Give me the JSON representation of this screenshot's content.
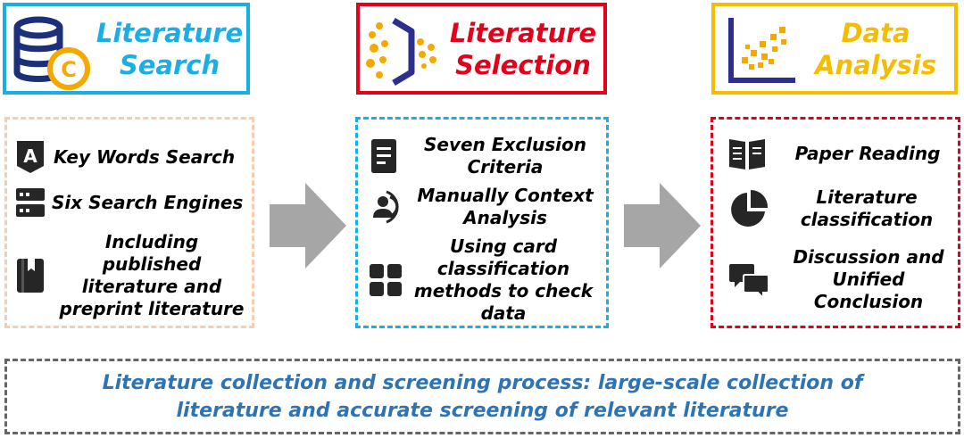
{
  "colors": {
    "search": "#1aaee5",
    "selection": "#e2001a",
    "analysis": "#f5bd00",
    "search_panel_border": "#f6cdb0",
    "selection_panel_border": "#1aaee5",
    "analysis_panel_border": "#e2001a",
    "arrow": "#a6a6a6",
    "icon_dark": "#262626",
    "conclusion_text": "#2e74b5"
  },
  "stages": [
    {
      "title_line1": "Literature",
      "title_line2": "Search",
      "icon": "database-copyright-icon"
    },
    {
      "title_line1": "Literature",
      "title_line2": "Selection",
      "icon": "funnel-filter-icon"
    },
    {
      "title_line1": "Data",
      "title_line2": "Analysis",
      "icon": "scatter-plot-icon"
    }
  ],
  "panels": {
    "search": [
      {
        "text": "Key Words Search",
        "icon": "keyword-tag-icon"
      },
      {
        "text": "Six Search Engines",
        "icon": "server-icon"
      },
      {
        "text": "Including published literature and preprint literature",
        "icon": "book-icon"
      }
    ],
    "selection": [
      {
        "text": "Seven Exclusion Criteria",
        "icon": "document-list-icon"
      },
      {
        "text": "Manually Context Analysis",
        "icon": "person-voice-icon"
      },
      {
        "text": "Using card classification methods to check data",
        "icon": "card-grid-icon"
      }
    ],
    "analysis": [
      {
        "text": "Paper Reading",
        "icon": "open-book-icon"
      },
      {
        "text": "Literature classification",
        "icon": "pie-chart-icon"
      },
      {
        "text": "Discussion and Unified Conclusion",
        "icon": "chat-bubbles-icon"
      }
    ]
  },
  "conclusion": {
    "line1": "Literature collection and screening process: large-scale collection of",
    "line2": "literature and accurate screening of relevant literature"
  }
}
